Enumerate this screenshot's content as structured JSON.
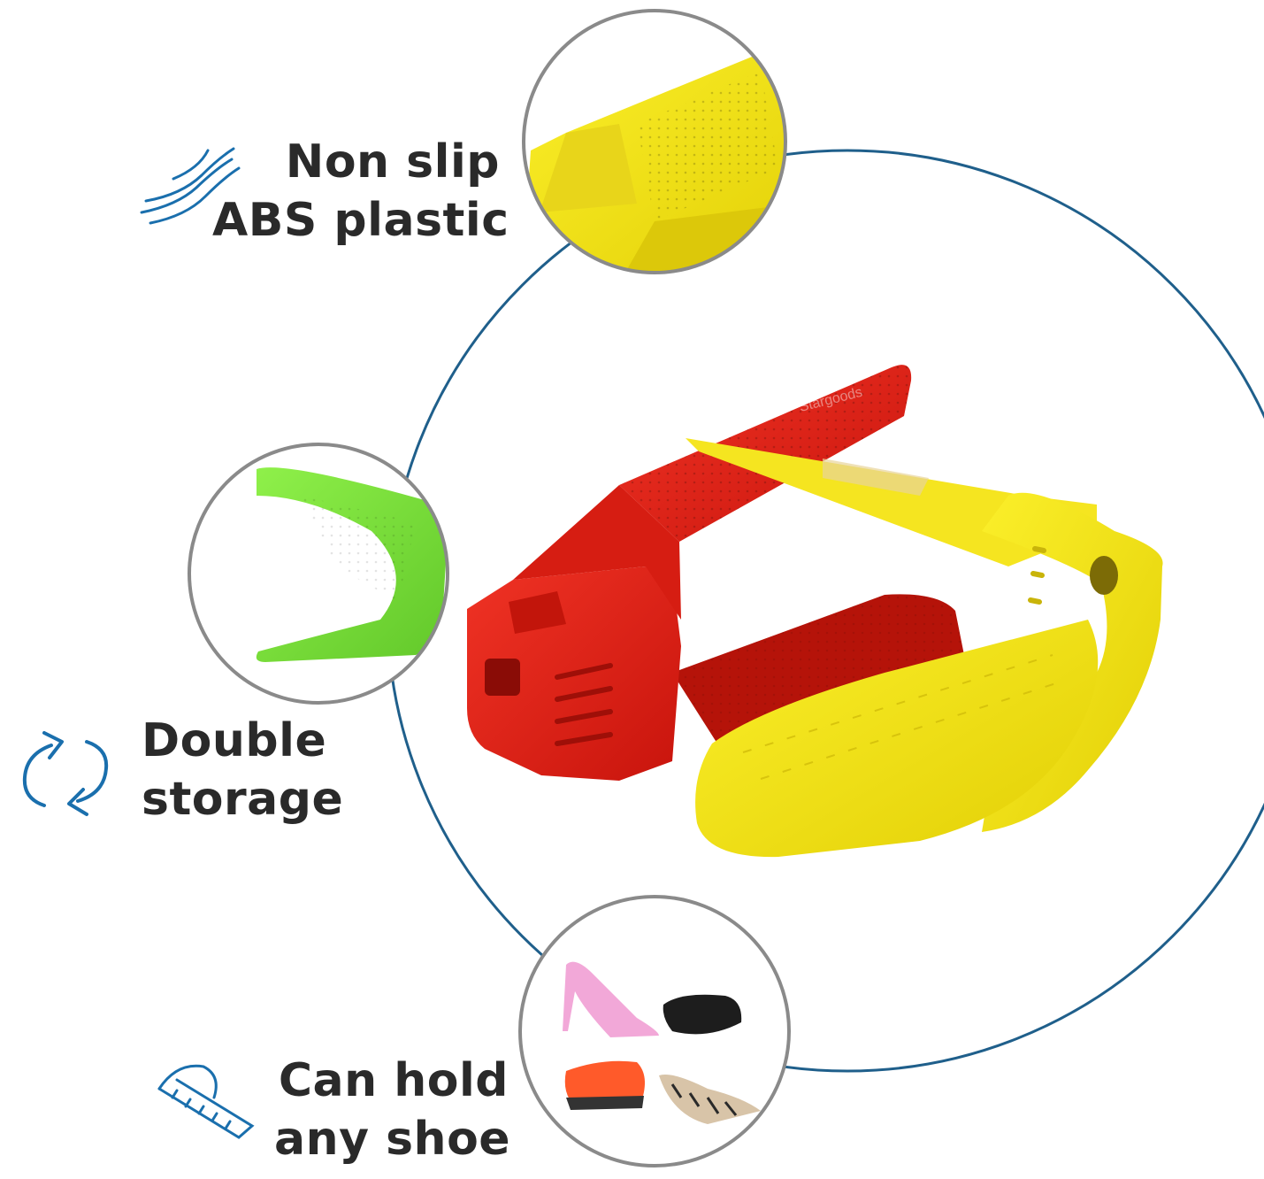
{
  "features": {
    "non_slip": {
      "line1": "Non slip",
      "line2": "ABS plastic",
      "icon": "wave-lines-icon"
    },
    "double_storage": {
      "line1": "Double",
      "line2": "storage",
      "icon": "refresh-arrows-icon"
    },
    "any_shoe": {
      "line1": "Can hold",
      "line2": "any shoe",
      "icon": "measuring-tape-icon"
    }
  },
  "product": {
    "watermark": "Stargoods"
  },
  "colors": {
    "ring": "#1f5f8b",
    "icon": "#1a6fad",
    "text": "#2a2a2a",
    "red": "#e52a1e",
    "yellow": "#f2e316",
    "green": "#7fe03a",
    "callout_border": "#8a8a8a"
  }
}
